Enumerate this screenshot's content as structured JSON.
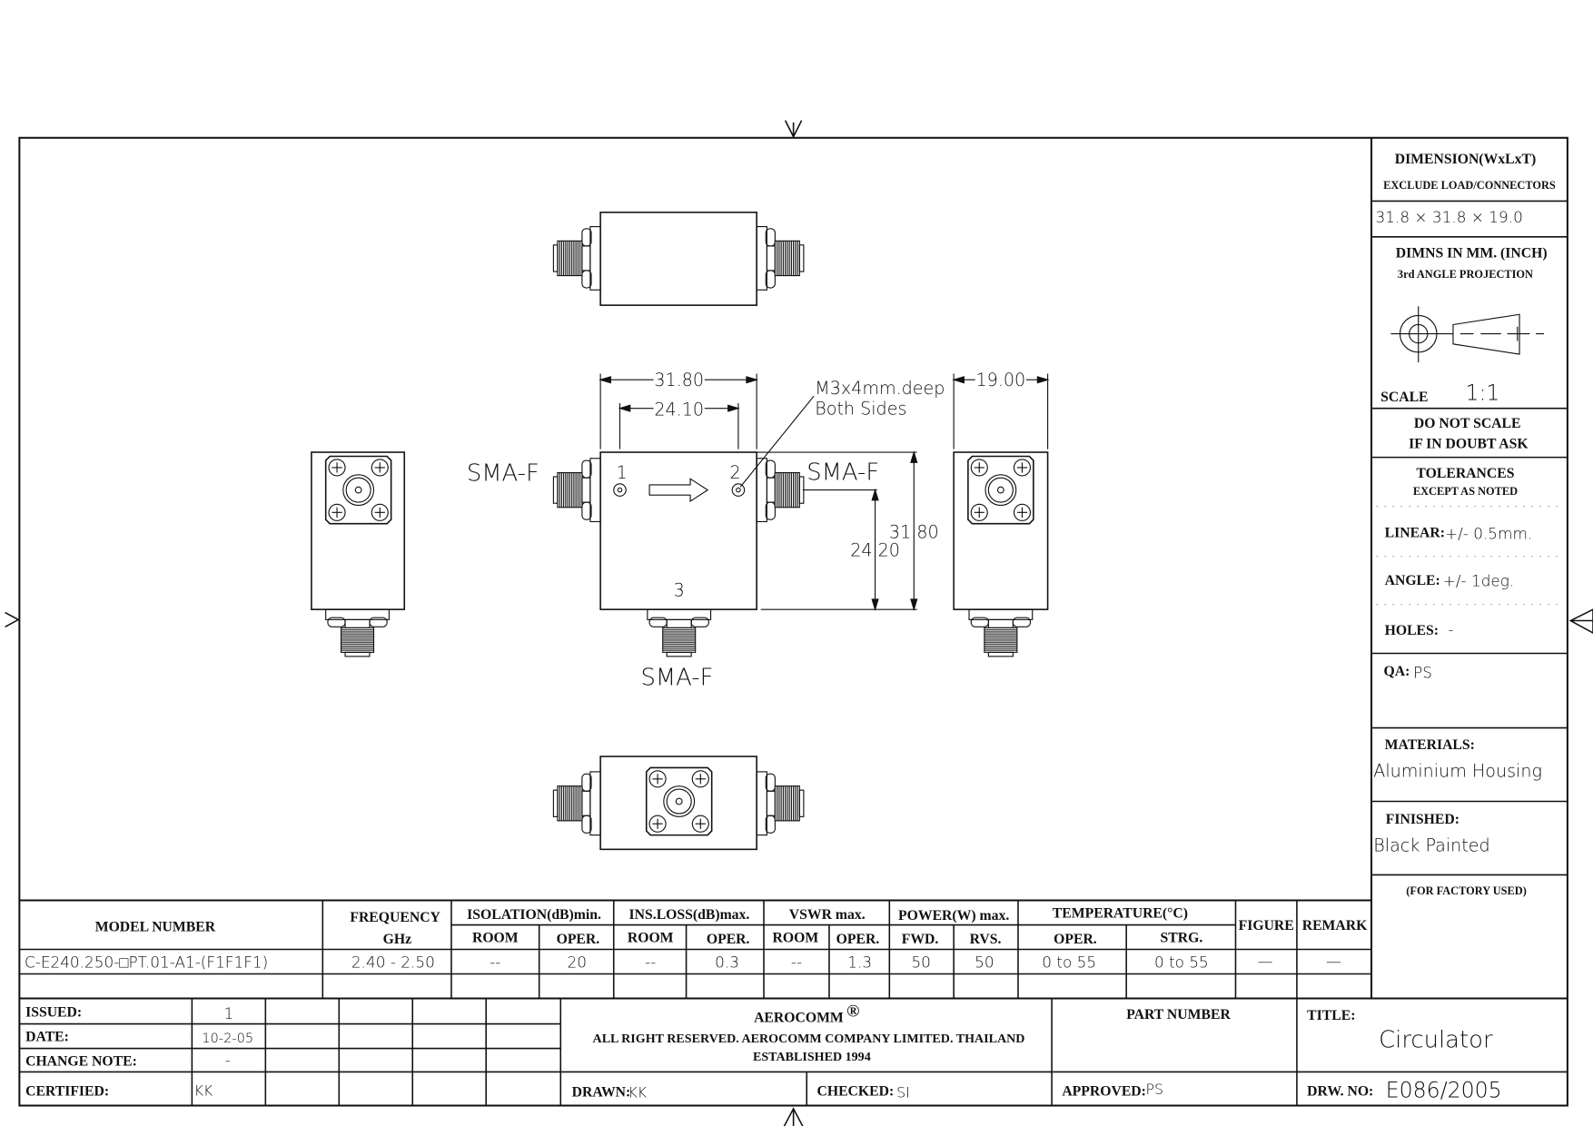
{
  "drawing": {
    "labels": {
      "sma_left": "SMA-F",
      "sma_right": "SMA-F",
      "sma_bottom": "SMA-F",
      "port_1": "1",
      "port_2": "2",
      "port_3": "3",
      "dim_width": "31.80",
      "dim_hole_spacing": "24.10",
      "dim_height": "31.80",
      "dim_port_height": "24.20",
      "dim_thickness": "19.00",
      "note_line1": "M3x4mm.deep",
      "note_line2": "Both Sides"
    }
  },
  "side_panel": {
    "dimension_label": "DIMENSION(WxLxT)",
    "dimension_sub": "EXCLUDE LOAD/CONNECTORS",
    "dimension_value": "31.8  ×  31.8  ×  19.0",
    "units_label": "DIMNS IN MM. (INCH)",
    "projection_label": "3rd ANGLE PROJECTION",
    "scale_label": "SCALE",
    "scale_value": "1:1",
    "do_not_scale": "DO NOT SCALE",
    "if_in_doubt": "IF IN DOUBT ASK",
    "tolerances_label": "TOLERANCES",
    "tolerances_sub": "EXCEPT AS NOTED",
    "linear_label": "LINEAR:",
    "linear_value": "+/-  0.5mm.",
    "angle_label": "ANGLE:",
    "angle_value": "+/-  1deg.",
    "holes_label": "HOLES:",
    "holes_value": "-",
    "qa_label": "QA:",
    "qa_value": "PS",
    "materials_label": "MATERIALS:",
    "materials_value": "Aluminium Housing",
    "finished_label": "FINISHED:",
    "finished_value": "Black Painted",
    "factory_label": "(FOR FACTORY USED)"
  },
  "spec_table": {
    "headers": {
      "model": "MODEL NUMBER",
      "frequency": "FREQUENCY",
      "frequency_unit": "GHz",
      "isolation": "ISOLATION(dB)min.",
      "ins_loss": "INS.LOSS(dB)max.",
      "vswr": "VSWR  max.",
      "power": "POWER(W)  max.",
      "temperature": "TEMPERATURE(°C)",
      "figure": "FIGURE",
      "remark": "REMARK",
      "room": "ROOM",
      "oper": "OPER.",
      "fwd": "FWD.",
      "rvs": "RVS.",
      "strg": "STRG."
    },
    "row": {
      "model": "C-E240.250-□PT.01-A1-(F1F1F1)",
      "frequency": "2.40  -  2.50",
      "isolation_room": "--",
      "isolation_oper": "20",
      "ins_loss_room": "--",
      "ins_loss_oper": "0.3",
      "vswr_room": "--",
      "vswr_oper": "1.3",
      "power_fwd": "50",
      "power_rvs": "50",
      "temp_oper": "0 to 55",
      "temp_strg": "0 to 55",
      "figure": "—",
      "remark": "—"
    }
  },
  "title_block": {
    "issued_label": "ISSUED:",
    "issued_value": "1",
    "date_label": "DATE:",
    "date_value": "10-2-05",
    "change_note_label": "CHANGE NOTE:",
    "change_note_value": "-",
    "certified_label": "CERTIFIED:",
    "certified_value": "KK",
    "company": "AEROCOMM",
    "registered": "®",
    "rights": "ALL RIGHT RESERVED.  AEROCOMM COMPANY LIMITED.  THAILAND",
    "established": "ESTABLISHED 1994",
    "part_number_label": "PART NUMBER",
    "title_label": "TITLE:",
    "title_value": "Circulator",
    "drawn_label": "DRAWN:",
    "drawn_value": "KK",
    "checked_label": "CHECKED:",
    "checked_value": "SI",
    "approved_label": "APPROVED:",
    "approved_value": "PS",
    "drw_no_label": "DRW.  NO:",
    "drw_no_value": "E086/2005"
  }
}
